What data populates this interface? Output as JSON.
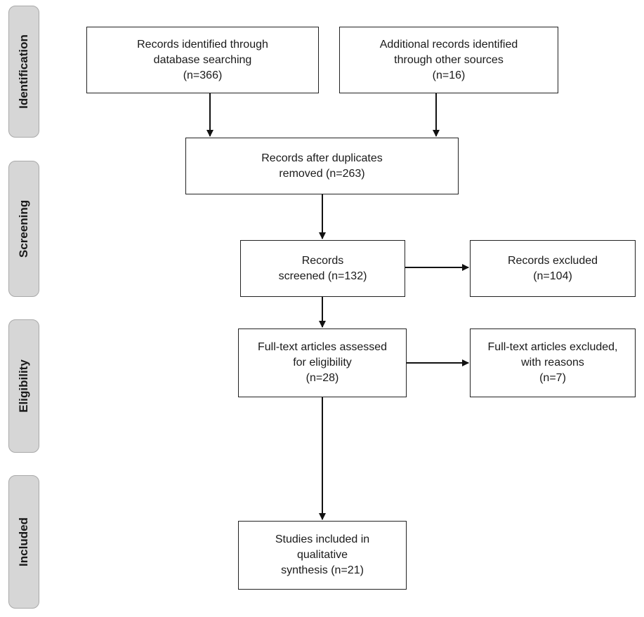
{
  "stages": {
    "identification": "Identification",
    "screening": "Screening",
    "eligibility": "Eligibility",
    "included": "Included"
  },
  "boxes": {
    "database": {
      "line1": "Records identified through",
      "line2": "database searching",
      "line3": "(n=366)"
    },
    "other_sources": {
      "line1": "Additional records identified",
      "line2": "through other sources",
      "line3": "(n=16)"
    },
    "after_duplicates": {
      "line1": "Records after duplicates",
      "line2": "removed (n=263)"
    },
    "screened": {
      "line1": "Records",
      "line2": "screened (n=132)"
    },
    "excluded": {
      "line1": "Records excluded",
      "line2": "(n=104)"
    },
    "fulltext_assessed": {
      "line1": "Full-text articles assessed",
      "line2": "for eligibility",
      "line3": "(n=28)"
    },
    "fulltext_excluded": {
      "line1": "Full-text articles excluded,",
      "line2": "with reasons",
      "line3": "(n=7)"
    },
    "included_studies": {
      "line1": "Studies included in",
      "line2": "qualitative",
      "line3": "synthesis (n=21)"
    }
  }
}
